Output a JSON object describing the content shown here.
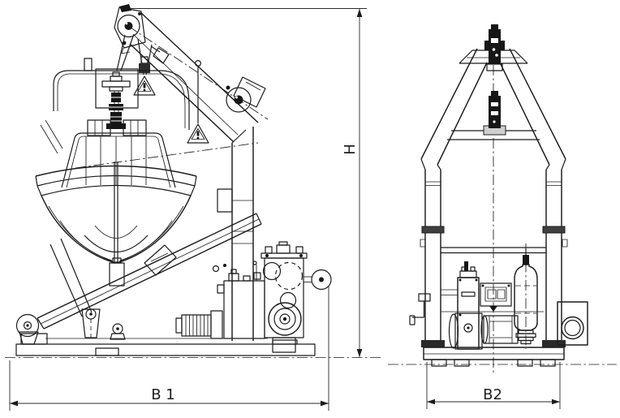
{
  "drawing": {
    "background": "#ffffff",
    "line_color": "#1c1c1c",
    "dimensions": {
      "height": {
        "label": "H"
      },
      "base_width_front": {
        "label": "B 1"
      },
      "base_width_side": {
        "label": "B2"
      }
    }
  }
}
